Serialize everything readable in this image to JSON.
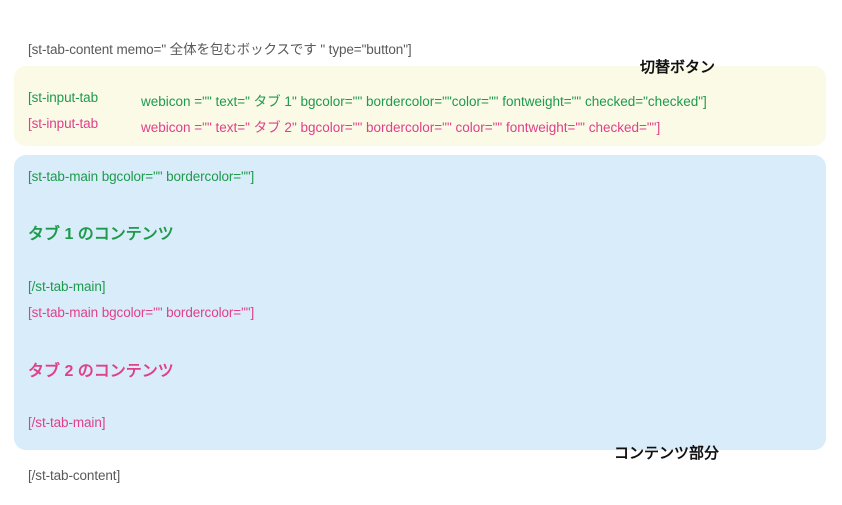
{
  "outer": {
    "open_tag": "[st-tab-content memo=\" 全体を包むボックスです \" type=\"button\"]",
    "close_tag": "[/st-tab-content]"
  },
  "switch": {
    "label": "切替ボタン",
    "tab1": {
      "prefix": "[st-input-tab",
      "rest": "webicon =\"\" text=\" タブ 1\" bgcolor=\"\" bordercolor=\"\"color=\"\" fontweight=\"\" checked=\"checked\"]"
    },
    "tab2": {
      "prefix": "[st-input-tab",
      "rest": "webicon =\"\" text=\" タブ 2\" bgcolor=\"\" bordercolor=\"\" color=\"\" fontweight=\"\" checked=\"\"]"
    }
  },
  "content": {
    "label": "コンテンツ部分",
    "main1": {
      "open": "[st-tab-main bgcolor=\"\" bordercolor=\"\"]",
      "heading": "タブ 1 のコンテンツ",
      "close": "[/st-tab-main]"
    },
    "main2": {
      "open": "[st-tab-main bgcolor=\"\" bordercolor=\"\"]",
      "heading": "タブ 2 のコンテンツ",
      "close": "[/st-tab-main]"
    }
  },
  "colors": {
    "tab1": "#1e9a4c",
    "tab2": "#e0408a",
    "switch_box": "#fafae6",
    "content_box": "#d9ecfa"
  }
}
